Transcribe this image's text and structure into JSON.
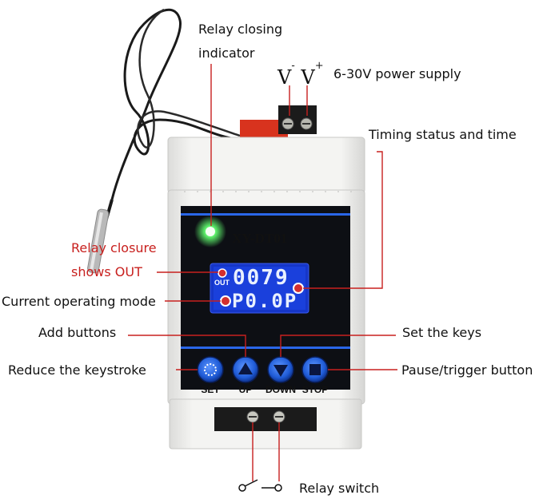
{
  "device": {
    "model": "XY-DT01",
    "lcd_top": "0079",
    "lcd_bottom": "P0.0P",
    "out_tag": "OUT",
    "buttons": [
      {
        "id": "set",
        "label": "SET"
      },
      {
        "id": "up",
        "label": "UP"
      },
      {
        "id": "down",
        "label": "DOWN"
      },
      {
        "id": "stop",
        "label": "STOP"
      }
    ]
  },
  "voltage": {
    "minus": "V",
    "minus_sup": "-",
    "plus": "V",
    "plus_sup": "+"
  },
  "labels": {
    "relay_indicator_line1": "Relay closing",
    "relay_indicator_line2": "indicator",
    "power_supply": "6-30V power supply",
    "timing_status": "Timing status and time",
    "relay_closure_line1": "Relay closure",
    "relay_closure_line2": "shows OUT",
    "operating_mode": "Current operating mode",
    "add_buttons": "Add buttons",
    "set_keys": "Set the keys",
    "reduce_keystroke": "Reduce the keystroke",
    "pause_trigger": "Pause/trigger button",
    "relay_switch": "Relay switch"
  },
  "colors": {
    "leader": "#c8201e",
    "indicator_led": "#3ddc4a",
    "lcd_bg": "#1636c8",
    "panel": "#0d0f14",
    "button_blue": "#1f5bd6",
    "housing": "#f2f2f0"
  }
}
